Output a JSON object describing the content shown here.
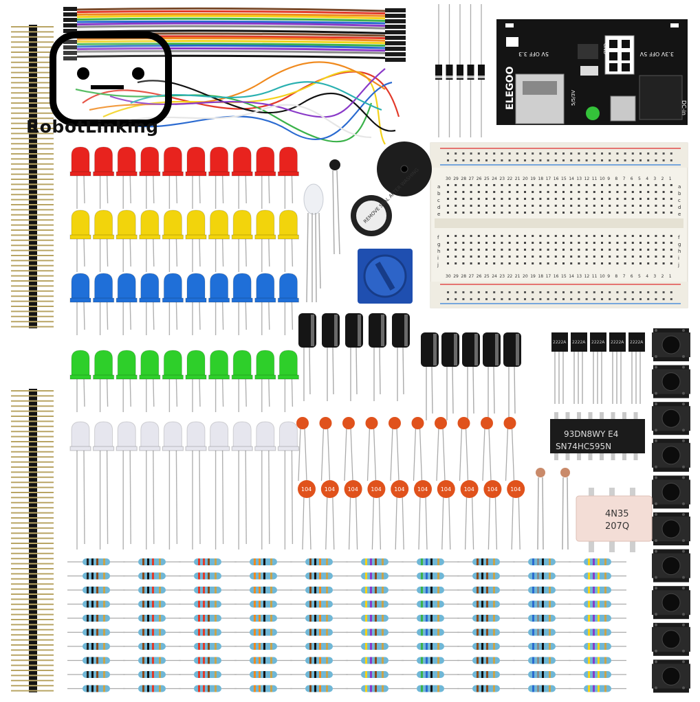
{
  "brand": {
    "logo_text": "RobotLinking"
  },
  "power_module": {
    "brand_label": "ELEGOO",
    "label_off_left": "5V OFF 3.3",
    "label_off_right": "3.3V OFF 5V",
    "label_gnd": "GND",
    "label_dcin": "DC-in",
    "label_model": "5/5/3V"
  },
  "buzzer": {
    "sticker_text": "REMOVE SEAL AFTER WASHING"
  },
  "ic_chip": {
    "line1": "93DN8WY E4",
    "line2": "SN74HC595N"
  },
  "optocoupler": {
    "line1": "4N35",
    "line2": "207Q"
  },
  "transistor": {
    "label": "2222A"
  },
  "ceramic_cap": {
    "label": "104"
  },
  "breadboard": {
    "column_numbers": [
      "30",
      "29",
      "28",
      "27",
      "26",
      "25",
      "24",
      "23",
      "22",
      "21",
      "20",
      "19",
      "18",
      "17",
      "16",
      "15",
      "14",
      "13",
      "12",
      "11",
      "10",
      "9",
      "8",
      "7",
      "6",
      "5",
      "4",
      "3",
      "2",
      "1"
    ],
    "row_letters_top": [
      "a",
      "b",
      "c",
      "d",
      "e"
    ],
    "row_letters_bottom": [
      "f",
      "g",
      "h",
      "i",
      "j"
    ]
  },
  "colors": {
    "led_red": "#e8231e",
    "led_yellow": "#f2d40c",
    "led_blue": "#1f6fd8",
    "led_green": "#2ecf2a",
    "led_white": "#e6e6ee",
    "capacitor_ceramic": "#e0521c",
    "resistor_body": "#6fb7d6",
    "pcb_black": "#151515",
    "breadboard": "#f4f2ea"
  }
}
